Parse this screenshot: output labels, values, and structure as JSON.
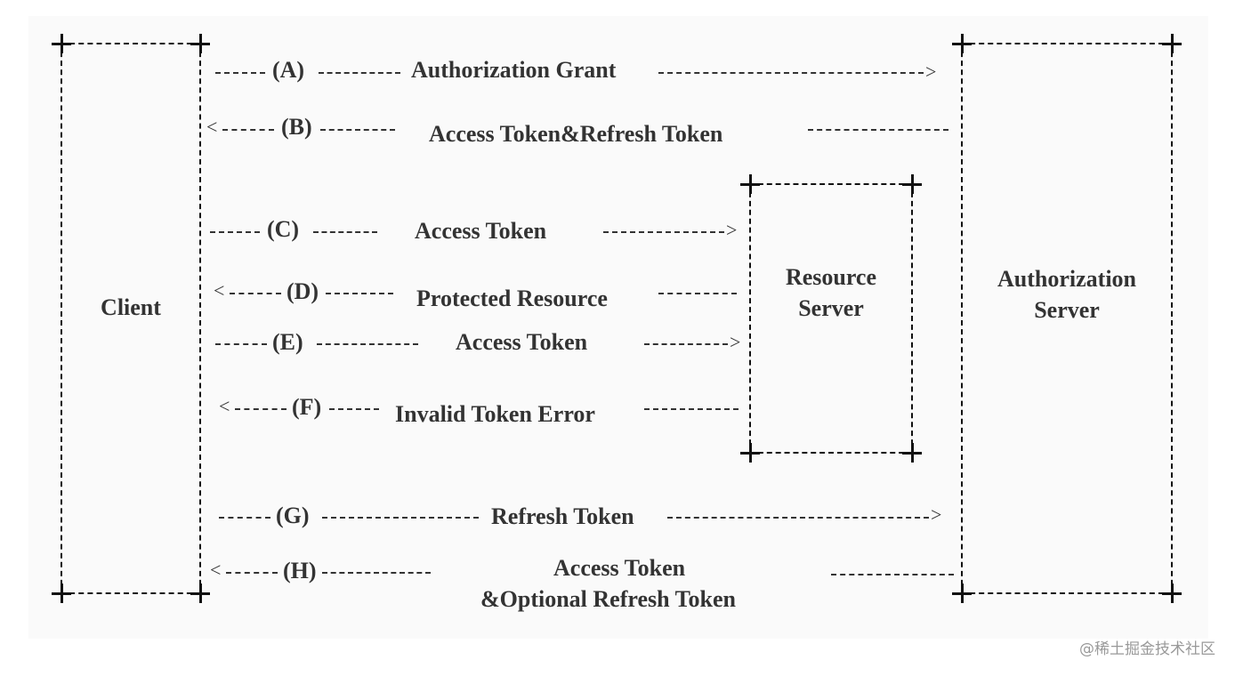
{
  "boxes": {
    "client": "Client",
    "resource_server": [
      "Resource",
      "Server"
    ],
    "authorization_server": [
      "Authorization",
      "Server"
    ]
  },
  "flows": {
    "A": {
      "step": "(A)",
      "label": "Authorization Grant"
    },
    "B": {
      "step": "(B)",
      "label": "Access Token&Refresh Token"
    },
    "C": {
      "step": "(C)",
      "label": "Access Token"
    },
    "D": {
      "step": "(D)",
      "label": "Protected Resource"
    },
    "E": {
      "step": "(E)",
      "label": "Access Token"
    },
    "F": {
      "step": "(F)",
      "label": "Invalid Token Error"
    },
    "G": {
      "step": "(G)",
      "label": "Refresh Token"
    },
    "H": {
      "step": "(H)",
      "label": [
        "Access Token",
        "&Optional Refresh Token"
      ]
    }
  },
  "watermark": "@稀土掘金技术社区"
}
